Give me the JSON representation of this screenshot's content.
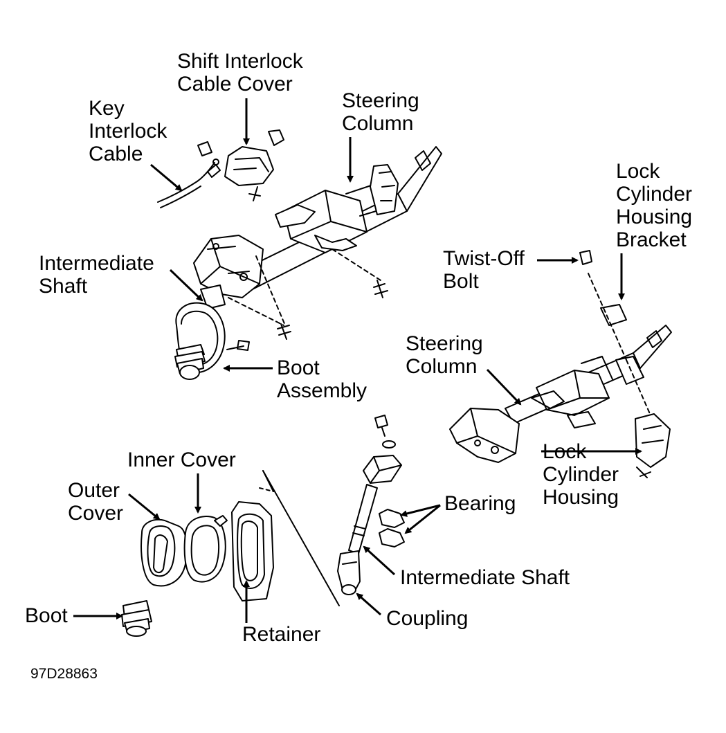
{
  "figure_id": "97D28863",
  "colors": {
    "ink": "#000000",
    "paper": "#ffffff"
  },
  "labels": {
    "shift_interlock_cable_cover": [
      "Shift Interlock",
      "Cable Cover"
    ],
    "key_interlock_cable": [
      "Key",
      "Interlock",
      "Cable"
    ],
    "steering_column_top": [
      "Steering",
      "Column"
    ],
    "lock_cylinder_housing_bracket": [
      "Lock",
      "Cylinder",
      "Housing",
      "Bracket"
    ],
    "twist_off_bolt": [
      "Twist-Off",
      "Bolt"
    ],
    "intermediate_shaft_top": [
      "Intermediate",
      "Shaft"
    ],
    "boot_assembly": [
      "Boot",
      "Assembly"
    ],
    "steering_column_right": [
      "Steering",
      "Column"
    ],
    "lock_cylinder_housing": [
      "Lock",
      "Cylinder",
      "Housing"
    ],
    "inner_cover": [
      "Inner Cover"
    ],
    "outer_cover": [
      "Outer",
      "Cover"
    ],
    "bearing": [
      "Bearing"
    ],
    "intermediate_shaft_bottom": [
      "Intermediate Shaft"
    ],
    "boot": [
      "Boot"
    ],
    "coupling": [
      "Coupling"
    ],
    "retainer": [
      "Retainer"
    ]
  }
}
